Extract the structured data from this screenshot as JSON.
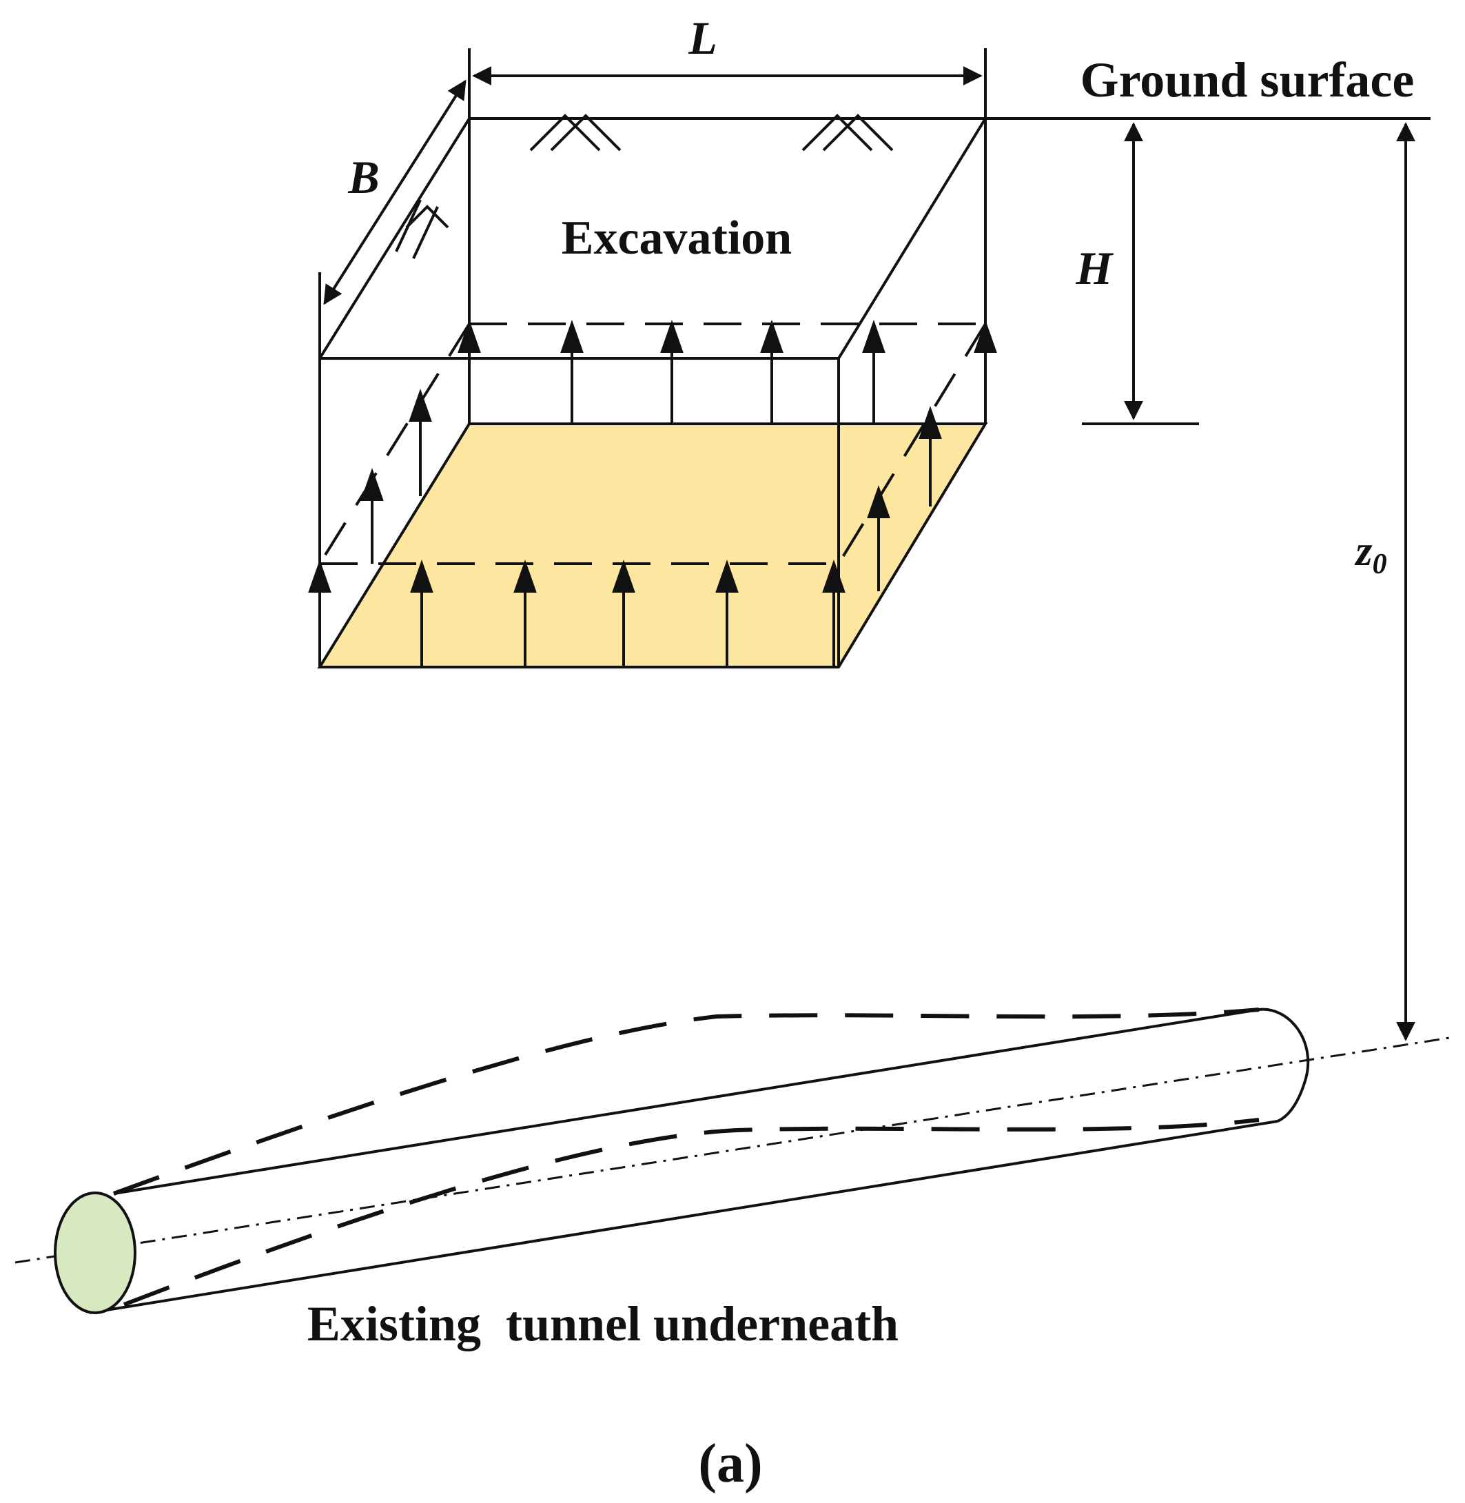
{
  "labels": {
    "length": "L",
    "width": "B",
    "depth": "H",
    "tunnel_depth": "z",
    "tunnel_depth_subscript": "0",
    "ground": "Ground surface",
    "excavation": "Excavation",
    "tunnel": "Existing  tunnel underneath",
    "caption": "(a)"
  },
  "colors": {
    "line": "#111111",
    "excavation_base_fill": "#FDE6A0",
    "tunnel_end_fill": "#D8E8C0",
    "background": "#FFFFFF"
  },
  "icons": [
    "soil-hatch-icon",
    "upward-arrow-icon"
  ]
}
